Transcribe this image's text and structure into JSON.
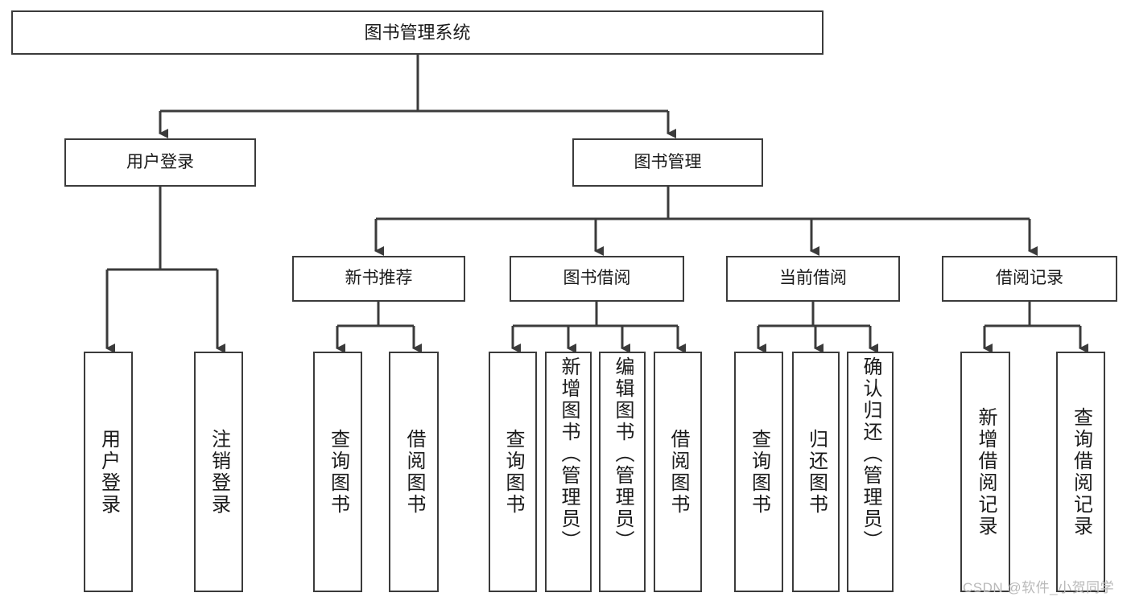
{
  "diagram": {
    "title": "图书管理系统",
    "type": "tree",
    "orientation": "top-down",
    "line_color": "#3b3b3b",
    "box_fill": "#ffffff",
    "text_color": "#1a1a1a",
    "root": {
      "id": "root",
      "label": "图书管理系统"
    },
    "level2": [
      {
        "id": "user-login",
        "label": "用户登录"
      },
      {
        "id": "book-manage",
        "label": "图书管理"
      }
    ],
    "level3": [
      {
        "id": "new-book-rec",
        "label": "新书推荐",
        "parent": "book-manage"
      },
      {
        "id": "book-borrow",
        "label": "图书借阅",
        "parent": "book-manage"
      },
      {
        "id": "current-borrow",
        "label": "当前借阅",
        "parent": "book-manage"
      },
      {
        "id": "borrow-record",
        "label": "借阅记录",
        "parent": "book-manage"
      }
    ],
    "leaves": [
      {
        "id": "leaf-user-login",
        "label": "用户登录",
        "parent": "user-login"
      },
      {
        "id": "leaf-logout-login",
        "label": "注销登录",
        "parent": "user-login"
      },
      {
        "id": "leaf-query-book-1",
        "label": "查询图书",
        "parent": "new-book-rec"
      },
      {
        "id": "leaf-borrow-book-1",
        "label": "借阅图书",
        "parent": "new-book-rec"
      },
      {
        "id": "leaf-query-book-2",
        "label": "查询图书",
        "parent": "book-borrow"
      },
      {
        "id": "leaf-add-book",
        "label": "新增图书（管理员）",
        "parent": "book-borrow"
      },
      {
        "id": "leaf-edit-book",
        "label": "编辑图书（管理员）",
        "parent": "book-borrow"
      },
      {
        "id": "leaf-borrow-book-2",
        "label": "借阅图书",
        "parent": "book-borrow"
      },
      {
        "id": "leaf-query-book-3",
        "label": "查询图书",
        "parent": "current-borrow"
      },
      {
        "id": "leaf-return-book",
        "label": "归还图书",
        "parent": "current-borrow"
      },
      {
        "id": "leaf-confirm-return",
        "label": "确认归还（管理员）",
        "parent": "current-borrow"
      },
      {
        "id": "leaf-add-record",
        "label": "新增借阅记录",
        "parent": "borrow-record"
      },
      {
        "id": "leaf-query-record",
        "label": "查询借阅记录",
        "parent": "borrow-record"
      }
    ]
  },
  "watermark": {
    "text": "CSDN @软件_小贺同学",
    "color": "#b9b9b9"
  }
}
